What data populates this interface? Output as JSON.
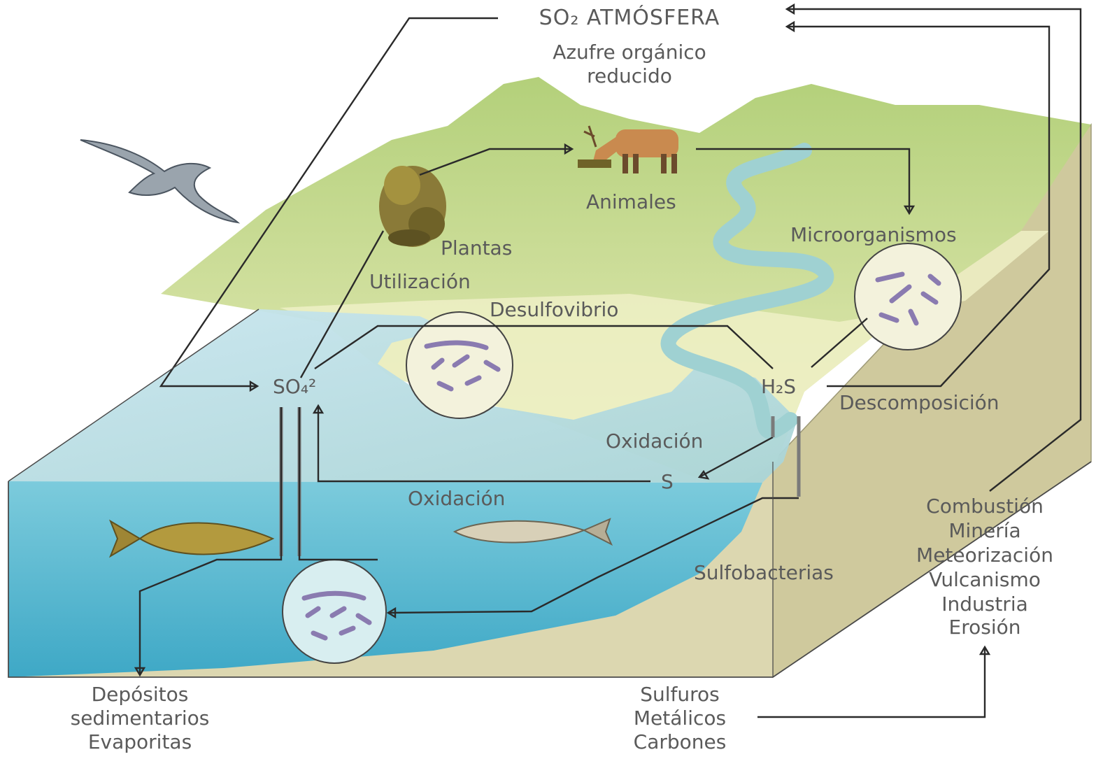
{
  "labels": {
    "atmosphere": "SO₂ ATMÓSFERA",
    "organic_1": "Azufre orgánico",
    "organic_2": "reducido",
    "animals": "Animales",
    "plants": "Plantas",
    "microorganisms": "Microorganismos",
    "utilization": "Utilización",
    "desulfovibrio": "Desulfovibrio",
    "sulfate": "SO₄²",
    "h2s": "H₂S",
    "decomposition": "Descomposición",
    "oxidation_upper": "Oxidación",
    "sulfur": "S",
    "oxidation_lower": "Oxidación",
    "sulfobacteria": "Sulfobacterias",
    "sources": [
      "Combustión",
      "Minería",
      "Meteorización",
      "Vulcanismo",
      "Industria",
      "Erosión"
    ],
    "deposits": [
      "Depósitos",
      "sedimentarios",
      "Evaporitas"
    ],
    "sulfides": [
      "Sulfuros",
      "Metálicos",
      "Carbones"
    ]
  },
  "colors": {
    "hill_green": "#b9d47e",
    "meadow": "#eef0c4",
    "water_top": "#bcdcdf",
    "water_side": "#4fb2cc",
    "river": "#a9d6d6",
    "earth_side": "#d9d4ad",
    "earth_right": "#c8c396"
  }
}
